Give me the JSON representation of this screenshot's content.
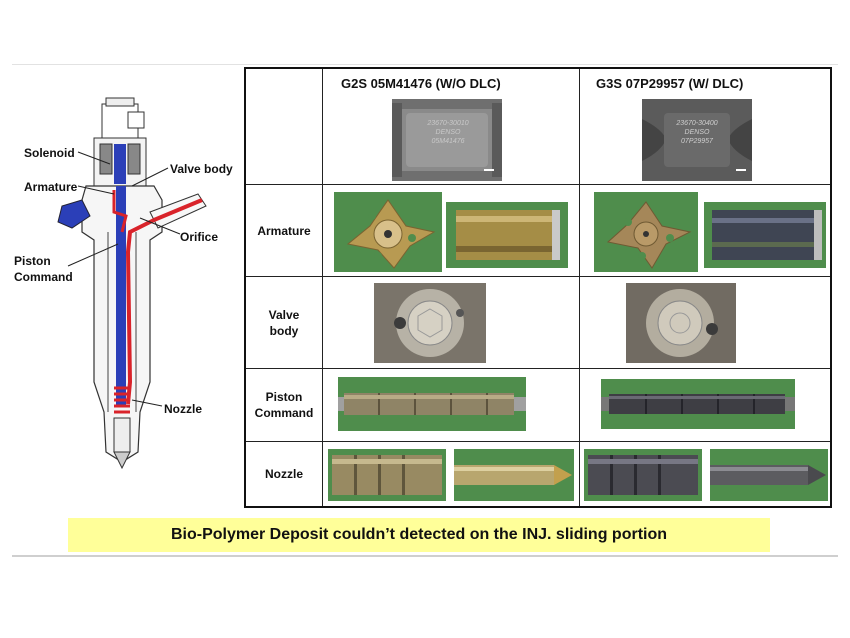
{
  "diagram": {
    "labels": {
      "solenoid": "Solenoid",
      "armature": "Armature",
      "valve_body": "Valve body",
      "orifice": "Orifice",
      "piston": "Piston",
      "command": "Command",
      "nozzle": "Nozzle"
    },
    "colors": {
      "flow_red": "#d9232a",
      "flow_blue": "#2b3fb8"
    }
  },
  "table": {
    "columns": [
      "G2S 05M41476 (W/O DLC)",
      "G3S 07P29957 (W/ DLC)"
    ],
    "rows": [
      {
        "label_lines": [
          "Armature"
        ]
      },
      {
        "label_lines": [
          "Valve",
          "body"
        ]
      },
      {
        "label_lines": [
          "Piston",
          "Command"
        ]
      },
      {
        "label_lines": [
          "Nozzle"
        ]
      }
    ],
    "part_markings": {
      "g2s": [
        "23670-30010",
        "DENSO",
        "05M41476"
      ],
      "g3s": [
        "23670-30400",
        "DENSO",
        "07P29957"
      ]
    }
  },
  "banner": {
    "text": "Bio-Polymer Deposit couldn’t detected on the INJ. sliding portion",
    "color": "#ffff99"
  }
}
